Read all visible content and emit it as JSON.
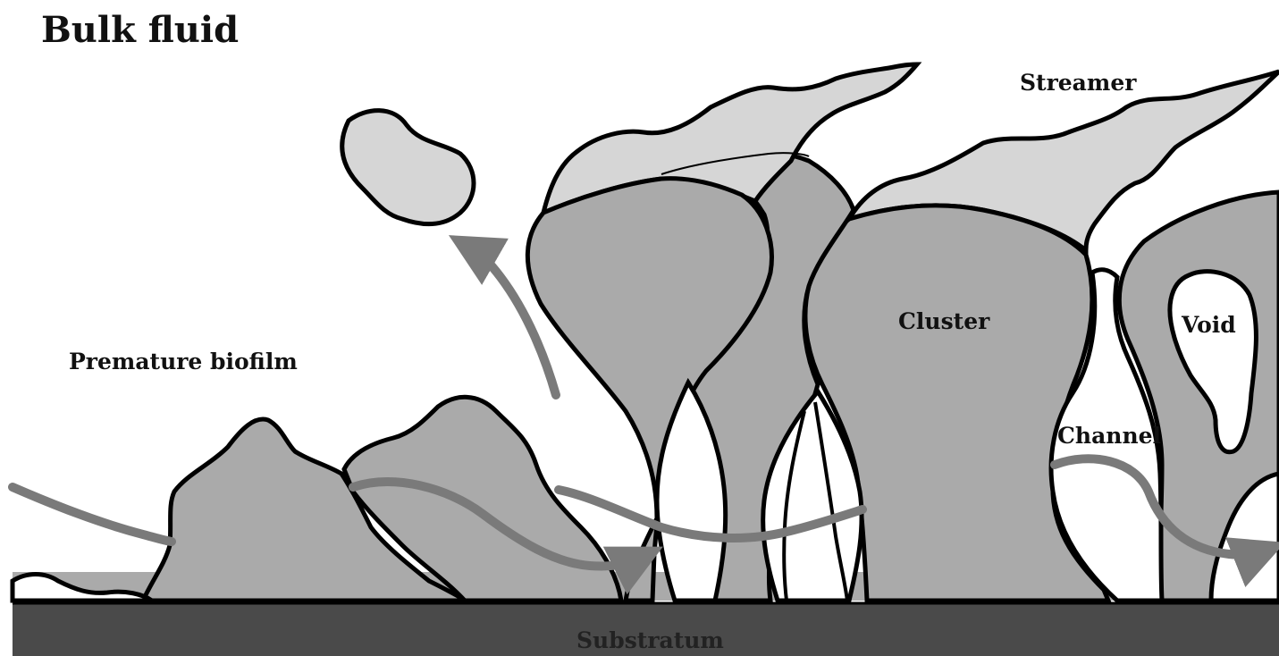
{
  "title": "Bulk fluid",
  "labels": {
    "premature_biofilm": "Premature biofilm",
    "streamer": "Streamer",
    "cluster": "Cluster",
    "void": "Void",
    "channel": "Channel",
    "substratum": "Substratum"
  },
  "colors": {
    "cluster_fill": "#aaaaaa",
    "streamer_fill": "#d6d6d6",
    "substratum_fill": "#4a4a4a",
    "flow_arrow": "#7a7a7a",
    "outline": "#000000",
    "background": "#ffffff"
  }
}
